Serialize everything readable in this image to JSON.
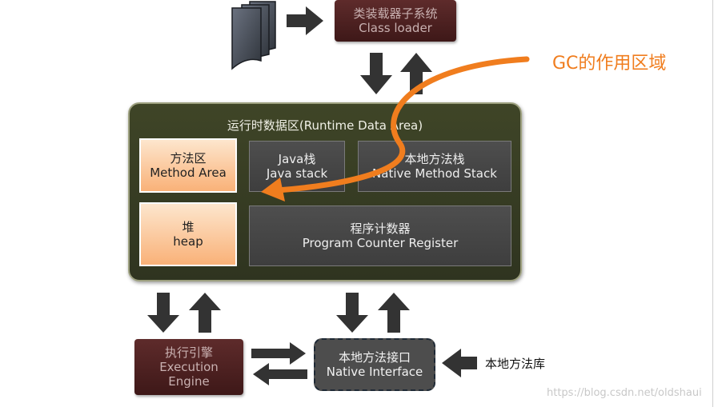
{
  "class_loader": {
    "zh": "类装载器子系统",
    "en": "Class loader"
  },
  "gc_label": "GC的作用区域",
  "runtime_area": {
    "title": "运行时数据区(Runtime Data Area)",
    "method_area": {
      "zh": "方法区",
      "en": "Method Area"
    },
    "heap": {
      "zh": "堆",
      "en": "heap"
    },
    "java_stack": {
      "zh": "Java栈",
      "en": "Java stack"
    },
    "native_method_stack": {
      "zh": "本地方法栈",
      "en": "Native Method Stack"
    },
    "pc_register": {
      "zh": "程序计数器",
      "en": "Program Counter Register"
    }
  },
  "execution_engine": {
    "zh": "执行引擎",
    "en1": "Execution",
    "en2": "Engine"
  },
  "native_interface": {
    "zh": "本地方法接口",
    "en": "Native Interface"
  },
  "native_library": "本地方法库",
  "watermark": "https://blog.csdn.net/oldshaui",
  "colors": {
    "gc_arrow": "#f07d1e",
    "runtime_bg": "#363b23",
    "highlight_box": "#fbc89a",
    "class_loader_bg": "#4a1f1f",
    "arrow_dark": "#333333"
  }
}
